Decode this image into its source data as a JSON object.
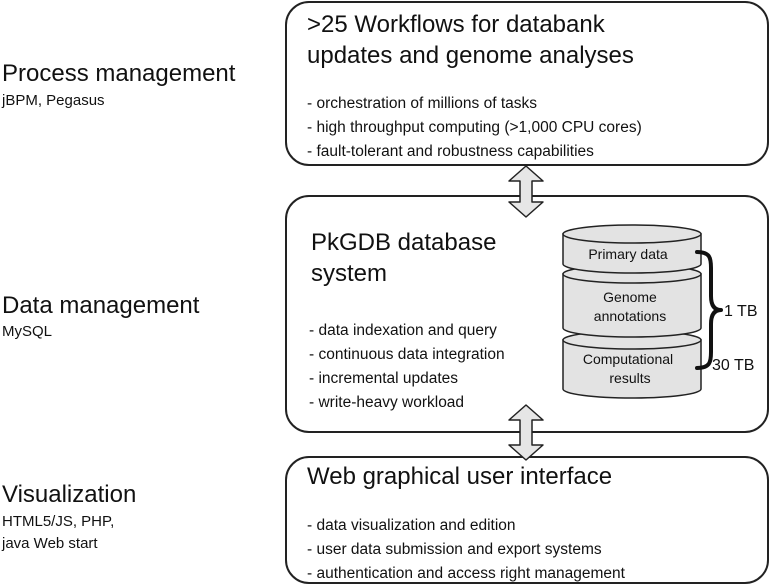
{
  "layers": [
    {
      "title": "Process management",
      "subtitle": "jBPM, Pegasus"
    },
    {
      "title": "Data management",
      "subtitle": "MySQL"
    },
    {
      "title": "Visualization",
      "subtitle": "HTML5/JS, PHP,\njava Web start"
    }
  ],
  "workflows_box": {
    "title": ">25 Workflows for databank\nupdates and genome analyses",
    "bullets": [
      "- orchestration of millions of tasks",
      "- high throughput computing (>1,000 CPU cores)",
      "- fault-tolerant and robustness capabilities"
    ]
  },
  "database_box": {
    "title": "PkGDB database\nsystem",
    "bullets": [
      "- data indexation and query",
      "- continuous data integration",
      "- incremental updates",
      "- write-heavy workload"
    ],
    "cylinder": {
      "segments": [
        "Primary data",
        "Genome",
        "annotations",
        "Computational",
        "results"
      ],
      "size_top": "1 TB",
      "size_bottom": "30 TB"
    }
  },
  "web_box": {
    "title": "Web graphical user interface",
    "bullets": [
      "- data visualization and edition",
      "- user data submission and export systems",
      "- authentication and access right management"
    ]
  },
  "colors": {
    "cylinder_fill": "#e3e3e3",
    "arrow_fill": "#e6e6e6",
    "stroke": "#222222"
  }
}
